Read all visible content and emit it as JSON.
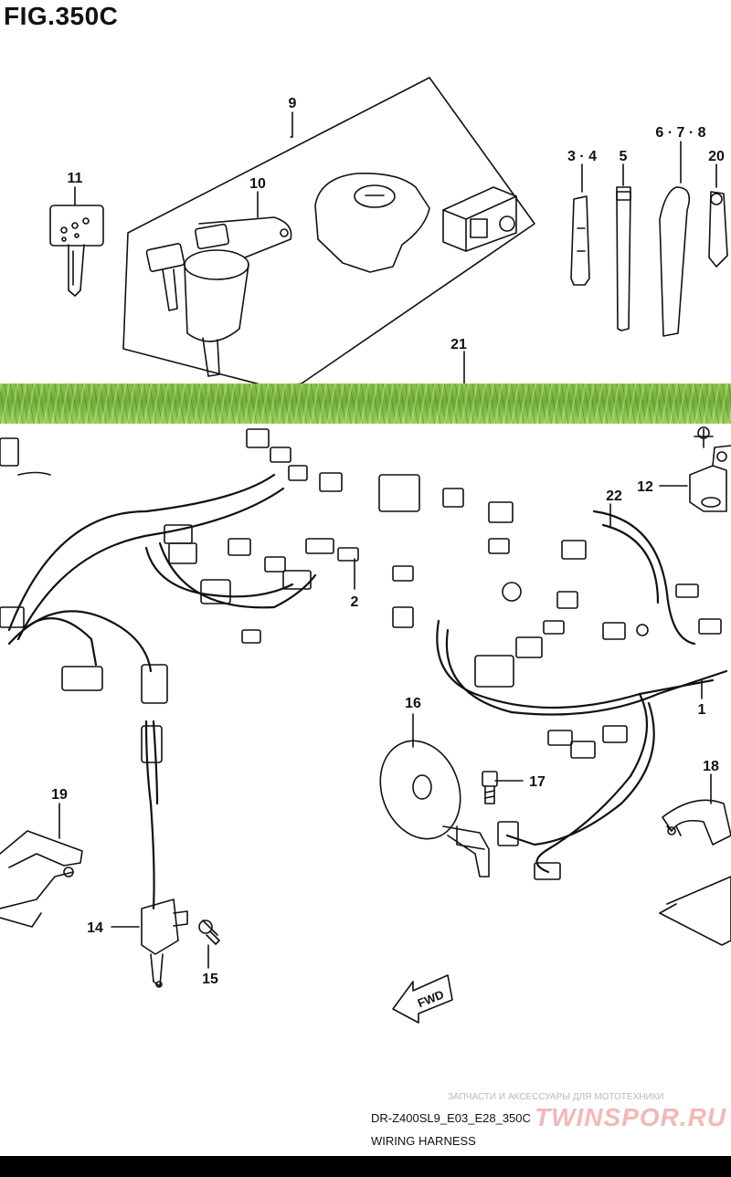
{
  "figure": {
    "title": "FIG.350C"
  },
  "callouts": {
    "c9": "9",
    "c10": "10",
    "c11": "11",
    "c34": "3 · 4",
    "c5": "5",
    "c678": "6 · 7 · 8",
    "c20": "20",
    "c21": "21",
    "c12": "12",
    "c22": "22",
    "c2": "2",
    "c1": "1",
    "c16": "16",
    "c17": "17",
    "c18": "18",
    "c19": "19",
    "c14": "14",
    "c15": "15"
  },
  "fwd_label": "FWD",
  "watermark": {
    "text": "ЗАПЧАСТИ И АКСЕССУАРЫ ДЛЯ МОТОТЕХНИКИ",
    "brand": "TWINSPOR.RU"
  },
  "caption": {
    "model": "DR-Z400SL9_E03_E28_350C",
    "title": "WIRING HARNESS"
  },
  "colors": {
    "accent_band": "#7dba40",
    "line": "#111111",
    "brand": "#f3b8b8"
  }
}
